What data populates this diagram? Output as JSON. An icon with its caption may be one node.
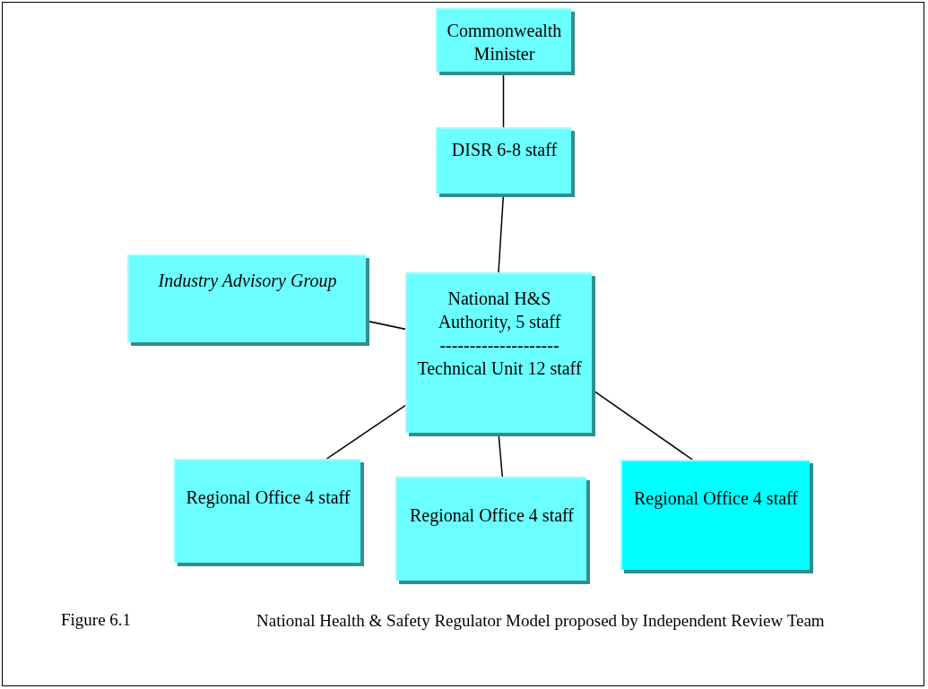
{
  "diagram": {
    "caption": "National Health & Safety Regulator Model proposed by Independent Review Team",
    "nodes": [
      {
        "text": [
          "Commonwealth Minister"
        ]
      },
      {
        "text": [
          "DISR 6-8 staff"
        ]
      },
      {
        "text": [
          "Industry Advisory Group"
        ]
      },
      {
        "text": [
          "National H&S Authority, 5 staff",
          "--------------------",
          "Technical Unit 12 staff"
        ]
      },
      {
        "text": [
          "Regional Office 4 staff"
        ]
      },
      {
        "text": [
          "Regional Office 4 staff"
        ]
      },
      {
        "text": [
          "Regional Office 4 staff"
        ]
      }
    ],
    "edges": [
      {
        "from": 0,
        "to": 1,
        "arrow": "none"
      },
      {
        "from": 1,
        "to": 3,
        "arrow": "none"
      },
      {
        "from": 2,
        "to": 3,
        "arrow": "none"
      },
      {
        "from": 3,
        "to": 4,
        "arrow": "none"
      },
      {
        "from": 3,
        "to": 5,
        "arrow": "none"
      },
      {
        "from": 3,
        "to": 6,
        "arrow": "none"
      }
    ],
    "labels": [
      "Figure 6.1"
    ]
  }
}
